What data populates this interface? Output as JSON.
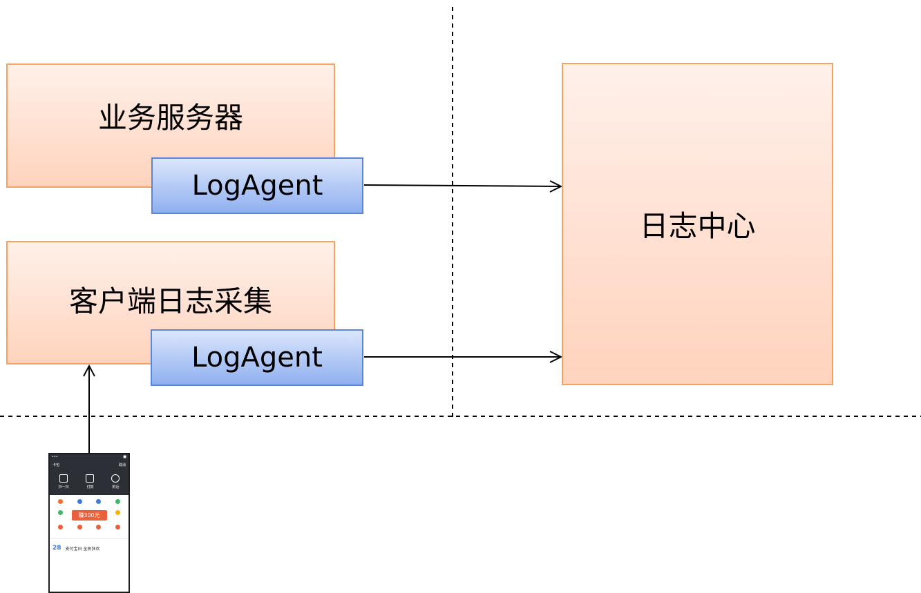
{
  "nodes": {
    "business_server": "业务服务器",
    "log_agent_1": "LogAgent",
    "client_log_collection": "客户端日志采集",
    "log_agent_2": "LogAgent",
    "log_center": "日志中心"
  },
  "phone": {
    "nav_title": "卡包",
    "nav_right": "取消",
    "scan": "扫一扫",
    "pay": "付款",
    "nearby": "附近",
    "promo": "赚300元",
    "banner_number": "28",
    "banner_text": "支付宝日 全民狂欢"
  },
  "colors": {
    "box_fill": "#ffd3bd",
    "box_border": "#f6a15c",
    "agent_fill": "#8fb0f0",
    "agent_border": "#5b86d6"
  }
}
